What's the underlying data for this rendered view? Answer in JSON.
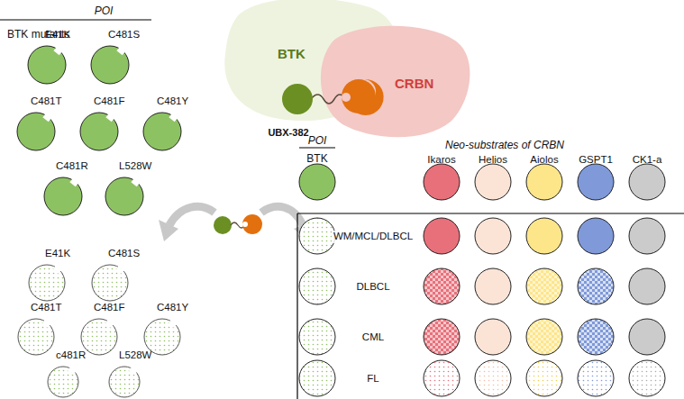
{
  "diagram": {
    "nodes": [
      {
        "text": [
          "BTK"
        ]
      },
      {
        "text": [
          "CRBN"
        ]
      },
      {
        "text": [
          "E41K"
        ]
      },
      {
        "text": [
          "C481S"
        ]
      },
      {
        "text": [
          "C481T"
        ]
      },
      {
        "text": [
          "C481F"
        ]
      },
      {
        "text": [
          "C481Y"
        ]
      },
      {
        "text": [
          "C481R"
        ]
      },
      {
        "text": [
          "L528W"
        ]
      },
      {
        "text": [
          "E41K"
        ]
      },
      {
        "text": [
          "C481S"
        ]
      },
      {
        "text": [
          "C481T"
        ]
      },
      {
        "text": [
          "C481F"
        ]
      },
      {
        "text": [
          "C481Y"
        ]
      },
      {
        "text": [
          "c481R"
        ]
      },
      {
        "text": [
          "L528W"
        ]
      }
    ],
    "labels": [
      "POI",
      "BTK mutants",
      "UBX-382",
      "POI",
      "BTK",
      "Neo-substrates of CRBN",
      "Ikaros",
      "Helios",
      "Aiolos",
      "GSPT1",
      "CK1-a",
      "WM/MCL/DLBCL",
      "DLBCL",
      "CML",
      "FL"
    ]
  }
}
